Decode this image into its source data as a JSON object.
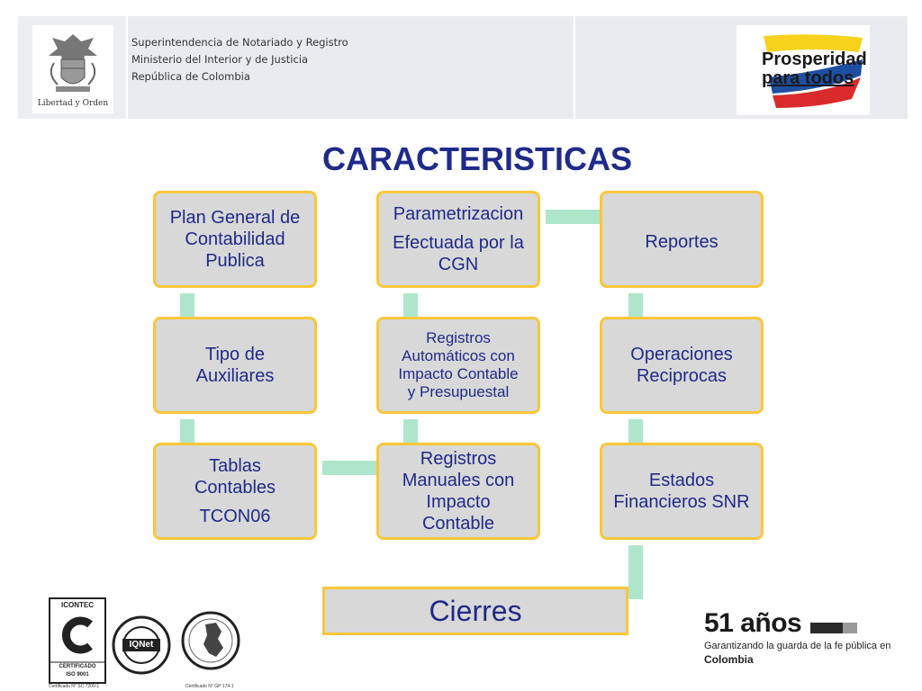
{
  "header": {
    "shield_caption": "Libertad y Orden",
    "org_lines": [
      "Superintendencia de Notariado y Registro",
      "Ministerio del Interior y de Justicia",
      "República de Colombia"
    ],
    "prosperidad": [
      "Prosperidad",
      "para todos"
    ]
  },
  "title": "CARACTERISTICAS",
  "boxes": [
    {
      "lines": [
        "Plan General de",
        "Contabilidad",
        "Publica"
      ]
    },
    {
      "lines": [
        "Parametrizacion"
      ],
      "lines2": [
        "Efectuada por la",
        "CGN"
      ]
    },
    {
      "lines": [
        "Reportes"
      ]
    },
    {
      "lines": [
        "Tipo de",
        "Auxiliares"
      ]
    },
    {
      "lines": [
        "Registros",
        "Automáticos con",
        "Impacto Contable",
        "y Presupuestal"
      ]
    },
    {
      "lines": [
        "Operaciones",
        "Reciprocas"
      ]
    },
    {
      "lines": [
        "Tablas",
        "Contables"
      ],
      "lines2": [
        "TCON06"
      ]
    },
    {
      "lines": [
        "Registros",
        "Manuales con",
        "Impacto",
        "Contable"
      ]
    },
    {
      "lines": [
        "Estados",
        "Financieros SNR"
      ]
    }
  ],
  "cierres": "Cierres",
  "footer": {
    "icontec_top": "ICONTEC",
    "icontec_cert": "CERTIFICADO",
    "icontec_iso": "ISO 9001",
    "cert_no_1": "Certificado N° SC 7200-1",
    "iqnet": "IQNet",
    "cert_no_2": "Certificado N° GP 174-1",
    "anos_number": "51 años",
    "anos_sub": "Garantizando la guarda de la fe pública en",
    "anos_country": "Colombia"
  },
  "colors": {
    "title": "#1f2a8a",
    "box_fill": "#d8d8d8",
    "box_border": "#f9c63a",
    "connector": "#aee6cc"
  }
}
